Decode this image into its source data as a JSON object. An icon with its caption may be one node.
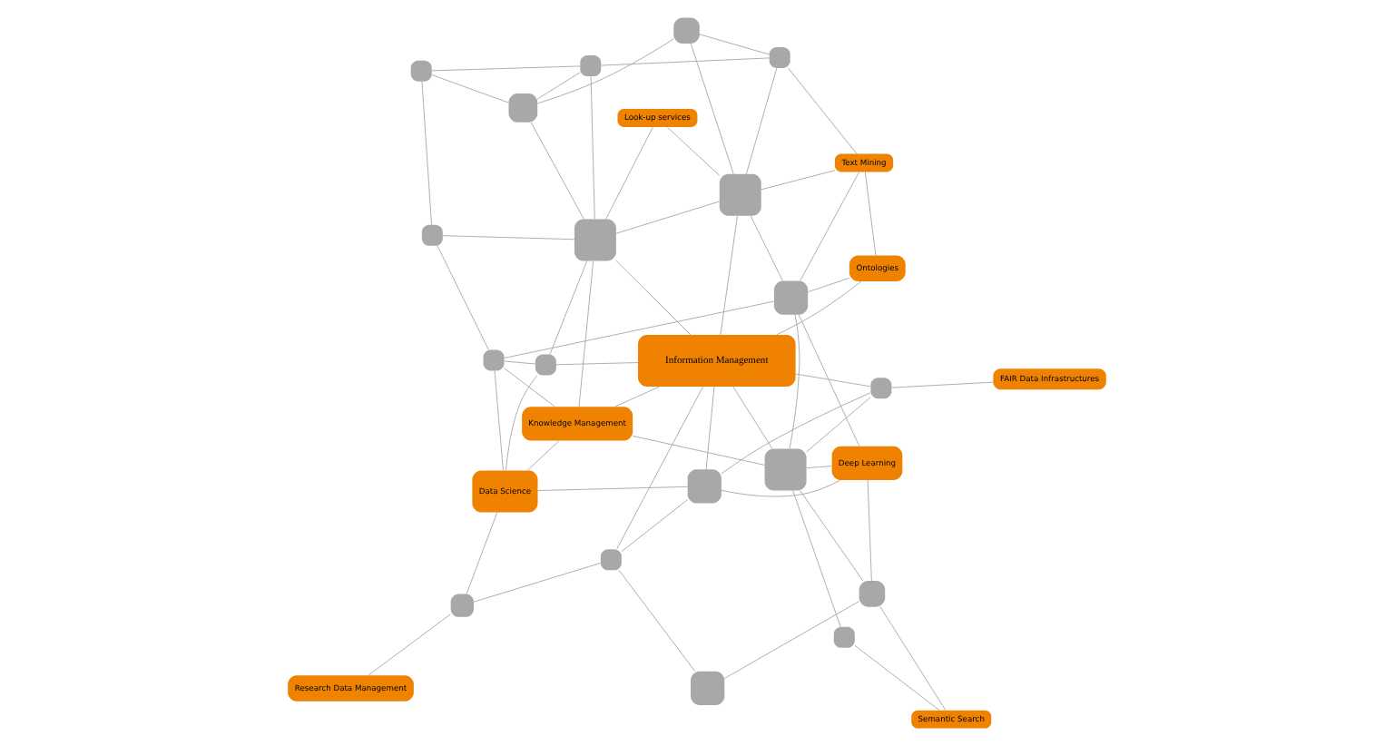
{
  "diagram": {
    "nodes": [
      {
        "text": [
          "Information Management"
        ]
      },
      {
        "text": [
          "Data Science"
        ]
      },
      {
        "text": [
          "Knowledge Management"
        ]
      },
      {
        "text": [
          "Research Data Management"
        ]
      },
      {
        "text": [
          "FAIR Data Infrastructures"
        ]
      },
      {
        "text": [
          "Deep Learning"
        ]
      },
      {
        "text": [
          "Look-up services"
        ]
      },
      {
        "text": [
          "Text Mining"
        ]
      },
      {
        "text": [
          "Ontologies"
        ]
      },
      {
        "text": [
          "Semantic Search"
        ]
      },
      {
        "text": [],
        "shape": "box"
      },
      {
        "text": [],
        "shape": "box"
      },
      {
        "text": [],
        "shape": "box"
      },
      {
        "text": [],
        "shape": "box"
      },
      {
        "text": [],
        "shape": "box"
      },
      {
        "text": [],
        "shape": "box"
      },
      {
        "text": [],
        "shape": "box"
      },
      {
        "text": [],
        "shape": "box"
      },
      {
        "text": [],
        "shape": "box"
      },
      {
        "text": [],
        "shape": "box"
      },
      {
        "text": [],
        "shape": "box"
      },
      {
        "text": [],
        "shape": "box"
      },
      {
        "text": [],
        "shape": "box"
      },
      {
        "text": [],
        "shape": "box"
      },
      {
        "text": [],
        "shape": "box"
      },
      {
        "text": [],
        "shape": "box"
      },
      {
        "text": [],
        "shape": "box"
      },
      {
        "text": [],
        "shape": "box"
      },
      {
        "text": [],
        "shape": "box"
      }
    ],
    "edges": [
      {
        "from": 3,
        "to": 11,
        "arrow": "none"
      },
      {
        "from": 11,
        "to": 12,
        "arrow": "none"
      },
      {
        "from": 11,
        "to": 1,
        "arrow": "none"
      },
      {
        "from": 12,
        "to": 15,
        "arrow": "none"
      },
      {
        "from": 12,
        "to": 16,
        "arrow": "none"
      },
      {
        "from": 12,
        "to": 0,
        "arrow": "none"
      },
      {
        "from": 16,
        "to": 1,
        "arrow": "none"
      },
      {
        "from": 16,
        "to": 0,
        "arrow": "none"
      },
      {
        "from": 15,
        "to": 25,
        "arrow": "none"
      },
      {
        "from": 19,
        "to": 16,
        "arrow": "none"
      },
      {
        "from": 19,
        "to": 0,
        "arrow": "none"
      },
      {
        "from": 19,
        "to": 4,
        "arrow": "none"
      },
      {
        "from": 19,
        "to": 26,
        "arrow": "none"
      },
      {
        "from": 16,
        "to": 5,
        "arrow": "none"
      },
      {
        "from": 10,
        "to": 1,
        "arrow": "none"
      },
      {
        "from": 10,
        "to": 14,
        "arrow": "none"
      },
      {
        "from": 10,
        "to": 24,
        "arrow": "none"
      },
      {
        "from": 10,
        "to": 2,
        "arrow": "none"
      },
      {
        "from": 10,
        "to": 13,
        "arrow": "none"
      },
      {
        "from": 2,
        "to": 1,
        "arrow": "none"
      },
      {
        "from": 2,
        "to": 17,
        "arrow": "none"
      },
      {
        "from": 2,
        "to": 0,
        "arrow": "none"
      },
      {
        "from": 2,
        "to": 26,
        "arrow": "none"
      },
      {
        "from": 13,
        "to": 17,
        "arrow": "none"
      },
      {
        "from": 13,
        "to": 18,
        "arrow": "none"
      },
      {
        "from": 18,
        "to": 20,
        "arrow": "none"
      },
      {
        "from": 18,
        "to": 21,
        "arrow": "none"
      },
      {
        "from": 14,
        "to": 1,
        "arrow": "none"
      },
      {
        "from": 14,
        "to": 17,
        "arrow": "none"
      },
      {
        "from": 14,
        "to": 0,
        "arrow": "none"
      },
      {
        "from": 17,
        "to": 0,
        "arrow": "none"
      },
      {
        "from": 17,
        "to": 20,
        "arrow": "none"
      },
      {
        "from": 17,
        "to": 21,
        "arrow": "none"
      },
      {
        "from": 20,
        "to": 21,
        "arrow": "none"
      },
      {
        "from": 21,
        "to": 22,
        "arrow": "none"
      },
      {
        "from": 22,
        "to": 23,
        "arrow": "none"
      },
      {
        "from": 22,
        "to": 27,
        "arrow": "none"
      },
      {
        "from": 20,
        "to": 27,
        "arrow": "none"
      },
      {
        "from": 23,
        "to": 27,
        "arrow": "none"
      },
      {
        "from": 23,
        "to": 24,
        "arrow": "none"
      },
      {
        "from": 0,
        "to": 23,
        "arrow": "none"
      },
      {
        "from": 6,
        "to": 17,
        "arrow": "none"
      },
      {
        "from": 6,
        "to": 23,
        "arrow": "none"
      },
      {
        "from": 17,
        "to": 23,
        "arrow": "none"
      },
      {
        "from": 5,
        "to": 24,
        "arrow": "none"
      },
      {
        "from": 24,
        "to": 26,
        "arrow": "none"
      },
      {
        "from": 24,
        "to": 8,
        "arrow": "none"
      },
      {
        "from": 24,
        "to": 7,
        "arrow": "none"
      },
      {
        "from": 23,
        "to": 7,
        "arrow": "none"
      },
      {
        "from": 7,
        "to": 8,
        "arrow": "none"
      },
      {
        "from": 7,
        "to": 27,
        "arrow": "none"
      },
      {
        "from": 0,
        "to": 8,
        "arrow": "none"
      },
      {
        "from": 0,
        "to": 26,
        "arrow": "none"
      },
      {
        "from": 5,
        "to": 26,
        "arrow": "none"
      },
      {
        "from": 26,
        "to": 25,
        "arrow": "none"
      },
      {
        "from": 26,
        "to": 28,
        "arrow": "none"
      },
      {
        "from": 25,
        "to": 5,
        "arrow": "none"
      },
      {
        "from": 25,
        "to": 9,
        "arrow": "none"
      },
      {
        "from": 9,
        "to": 28,
        "arrow": "none"
      }
    ]
  }
}
